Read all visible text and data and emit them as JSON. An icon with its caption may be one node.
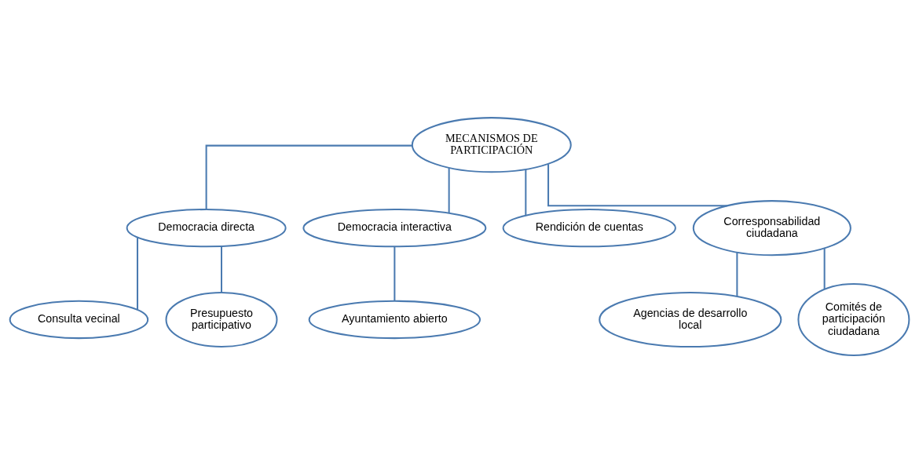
{
  "diagram": {
    "nodes": [
      {
        "text": [
          "MECANISMOS DE PARTICIPACIÓN"
        ]
      },
      {
        "text": [
          "Democracia directa"
        ]
      },
      {
        "text": [
          "Democracia interactiva"
        ]
      },
      {
        "text": [
          "Rendición de cuentas"
        ]
      },
      {
        "text": [
          "Corresponsabilidad ciudadana"
        ]
      },
      {
        "text": [
          "Consulta vecinal"
        ]
      },
      {
        "text": [
          "Presupuesto participativo"
        ]
      },
      {
        "text": [
          "Ayuntamiento abierto"
        ]
      },
      {
        "text": [
          "Agencias de desarrollo local"
        ]
      },
      {
        "text": [
          "Comités de participación ciudadana"
        ]
      }
    ],
    "edges": [
      {
        "from": 0,
        "to": 1,
        "arrow": "none"
      },
      {
        "from": 0,
        "to": 2,
        "arrow": "none"
      },
      {
        "from": 0,
        "to": 3,
        "arrow": "none"
      },
      {
        "from": 0,
        "to": 4,
        "arrow": "none"
      },
      {
        "from": 1,
        "to": 5,
        "arrow": "none"
      },
      {
        "from": 1,
        "to": 6,
        "arrow": "none"
      },
      {
        "from": 2,
        "to": 7,
        "arrow": "none"
      },
      {
        "from": 4,
        "to": 8,
        "arrow": "none"
      },
      {
        "from": 4,
        "to": 9,
        "arrow": "none"
      }
    ]
  }
}
